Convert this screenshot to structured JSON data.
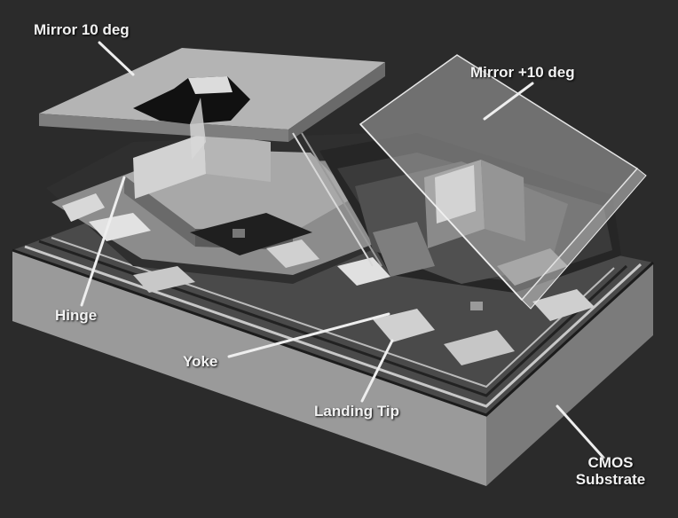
{
  "labels": {
    "mirror_minus": "Mirror 10 deg",
    "mirror_plus": "Mirror +10 deg",
    "hinge": "Hinge",
    "yoke": "Yoke",
    "landing_tip": "Landing Tip",
    "cmos_line1": "CMOS",
    "cmos_line2": "Substrate"
  },
  "colors": {
    "background": "#2b2b2b",
    "label_text": "#f2f2f2",
    "leader_line": "#eeeeee"
  }
}
